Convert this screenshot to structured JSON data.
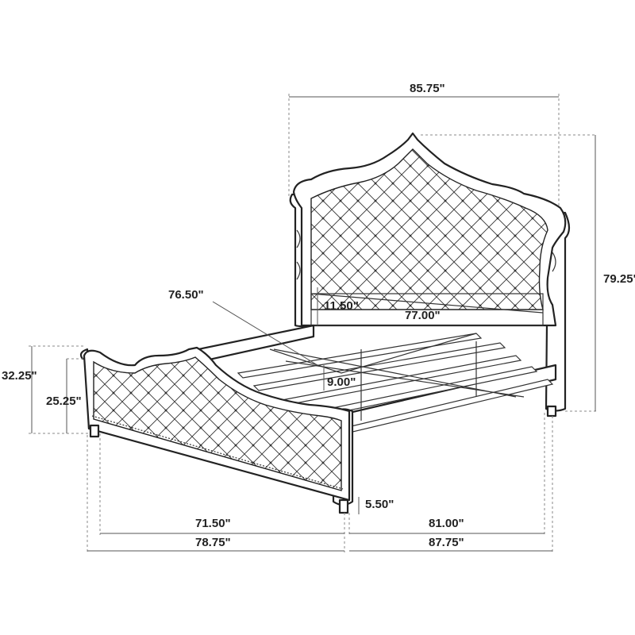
{
  "dimensions": {
    "overall_width": "85.75\"",
    "headboard_height": "79.25\"",
    "footboard_height_outer": "32.25\"",
    "footboard_height_inner": "25.25\"",
    "diagonal_depth": "76.50\"",
    "rail_height": "11.50\"",
    "inner_width": "77.00\"",
    "slat_clearance": "9.00\"",
    "leg_clearance": "5.50\"",
    "footboard_inner_width": "71.50\"",
    "footboard_outer_width": "78.75\"",
    "side_inner_length": "81.00\"",
    "side_outer_length": "87.75\""
  }
}
